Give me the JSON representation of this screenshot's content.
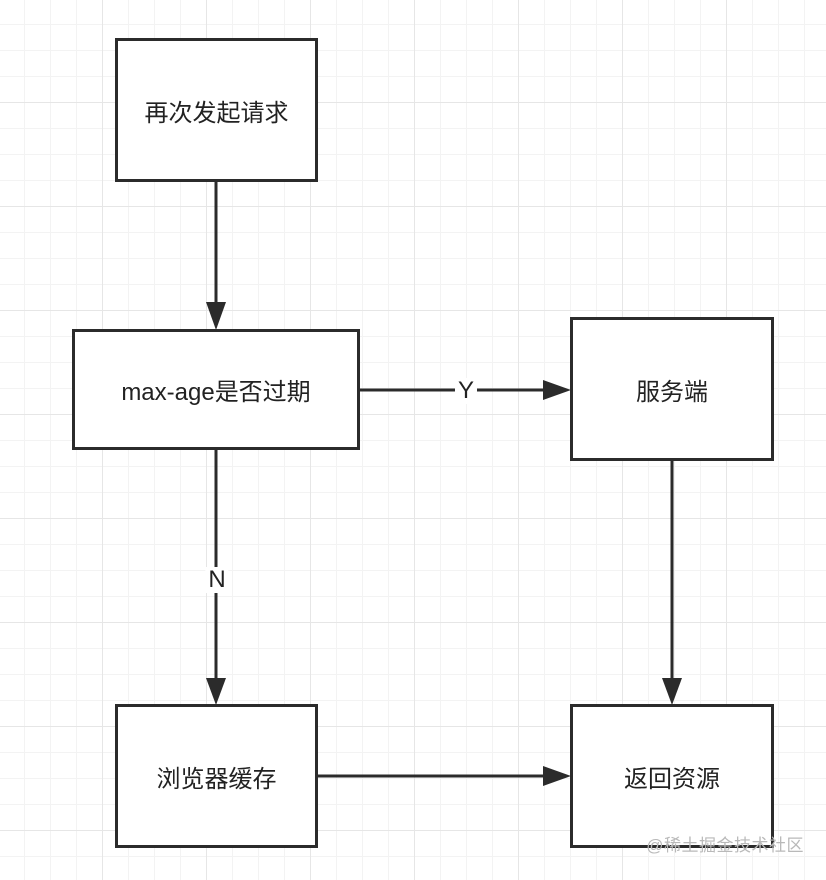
{
  "nodes": {
    "request": {
      "label": "再次发起请求"
    },
    "check": {
      "label": "max-age是否过期"
    },
    "server": {
      "label": "服务端"
    },
    "cache": {
      "label": "浏览器缓存"
    },
    "result": {
      "label": "返回资源"
    }
  },
  "edges": {
    "yes_label": "Y",
    "no_label": "N"
  },
  "watermark": "@稀土掘金技术社区",
  "colors": {
    "line": "#2b2b2b",
    "grid_major": "#e6e6e6",
    "grid_minor": "#f3f3f3"
  }
}
